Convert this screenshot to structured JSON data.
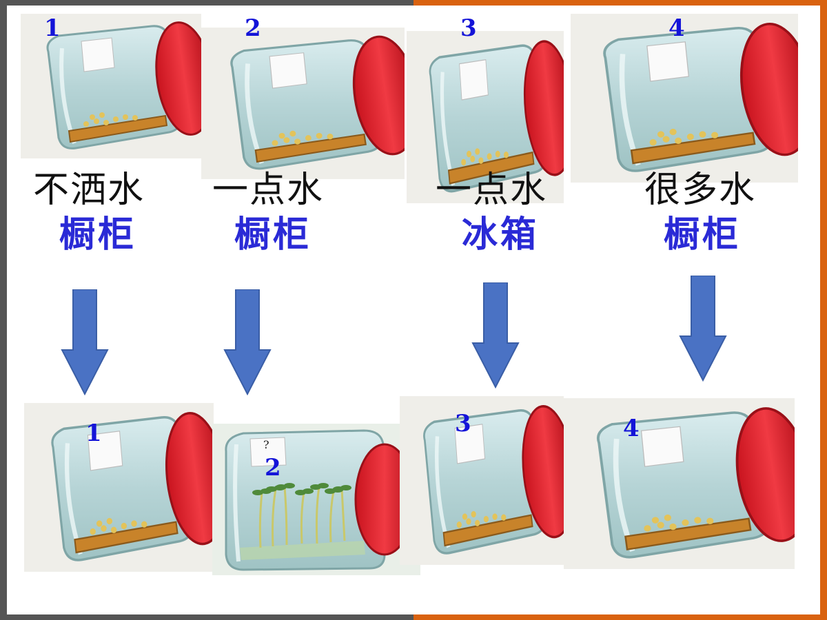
{
  "top_row": [
    {
      "number": "1",
      "water": "不洒水",
      "place": "橱柜"
    },
    {
      "number": "2",
      "water": "一点水",
      "place": "橱柜"
    },
    {
      "number": "3",
      "water": "一点水",
      "place": "冰箱"
    },
    {
      "number": "4",
      "water": "很多水",
      "place": "橱柜"
    }
  ],
  "bottom_row": [
    {
      "number": "1"
    },
    {
      "number": "2",
      "note": "?"
    },
    {
      "number": "3"
    },
    {
      "number": "4"
    }
  ],
  "colors": {
    "number_blue": "#1414d8",
    "place_blue": "#2a2ad6",
    "arrow_blue": "#4a72c4",
    "lid_red": "#e8232e",
    "frame_left": "#555555",
    "frame_right": "#d9620f"
  },
  "icons": [
    "jar-icon",
    "seeds-icon",
    "sprouts-icon",
    "down-arrow-icon"
  ]
}
